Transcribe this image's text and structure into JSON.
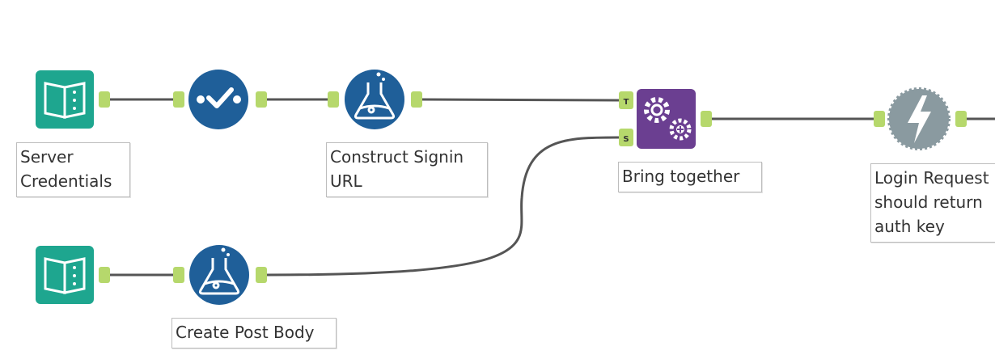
{
  "canvas": {
    "connector_color": "#555555",
    "anchor_color": "#b6d86c",
    "input_tool_color": "#1ea68f",
    "select_tool_color": "#1f5f99",
    "formula_tool_color": "#1f5f99",
    "join_tool_color": "#6b3f91",
    "download_tool_color": "#8a9aa0"
  },
  "tools": {
    "server_credentials": {
      "icon": "book-input-icon",
      "annotation": [
        "Server",
        "Credentials"
      ]
    },
    "select": {
      "icon": "checkmark-select-icon"
    },
    "construct_signin": {
      "icon": "flask-formula-icon",
      "annotation": [
        "Construct Signin",
        "URL"
      ]
    },
    "bring_together": {
      "icon": "gears-append-icon",
      "annotation": [
        "Bring together"
      ],
      "anchor_t": "T",
      "anchor_s": "S"
    },
    "login_request": {
      "icon": "lightning-download-icon",
      "annotation": [
        "Login Request",
        "should return",
        "auth key"
      ]
    },
    "input_2": {
      "icon": "book-input-icon"
    },
    "create_post_body": {
      "icon": "flask-formula-icon",
      "annotation": [
        "Create Post Body"
      ]
    }
  }
}
